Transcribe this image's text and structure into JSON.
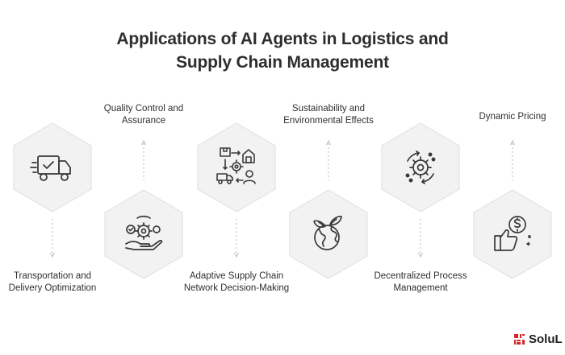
{
  "title": {
    "line1": "Applications of AI Agents in Logistics and",
    "line2": "Supply Chain Management"
  },
  "nodes": [
    {
      "id": "transport",
      "icon": "delivery-truck-icon",
      "label_line1": "Transportation and",
      "label_line2": "Delivery Optimization"
    },
    {
      "id": "quality",
      "icon": "quality-gears-hand-icon",
      "label_line1": "Quality Control and",
      "label_line2": "Assurance"
    },
    {
      "id": "adaptive",
      "icon": "supply-chain-network-icon",
      "label_line1": "Adaptive Supply Chain",
      "label_line2": "Network Decision-Making"
    },
    {
      "id": "sustainability",
      "icon": "globe-leaves-icon",
      "label_line1": "Sustainability and",
      "label_line2": "Environmental Effects"
    },
    {
      "id": "decentralized",
      "icon": "gear-cycle-icon",
      "label_line1": "Decentralized Process",
      "label_line2": "Management"
    },
    {
      "id": "pricing",
      "icon": "thumbs-up-dollar-icon",
      "label_line1": "Dynamic Pricing",
      "label_line2": ""
    }
  ],
  "colors": {
    "hex_fill": "#f2f2f2",
    "hex_stroke": "#e0e0e0",
    "icon_stroke": "#3a3a3a",
    "connector": "#b5b5b5",
    "brand_red": "#d4262c"
  },
  "brand": {
    "name": "SoluL",
    "icon": "solulab-logo-icon"
  }
}
